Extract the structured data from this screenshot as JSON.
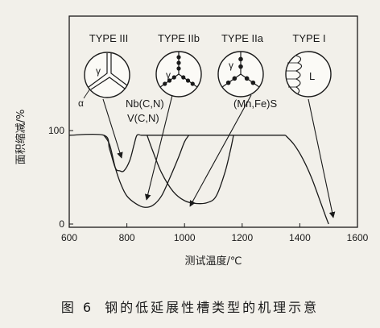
{
  "figure": {
    "caption_label": "图 6",
    "caption_text": "钢的低延展性槽类型的机理示意"
  },
  "chart_data": {
    "type": "line",
    "xlabel": "测试温度/℃",
    "ylabel": "面积缩减/%",
    "xlim": [
      600,
      1600
    ],
    "ylim": [
      0,
      100
    ],
    "x_ticks": [
      "600",
      "800",
      "1000",
      "1200",
      "1400",
      "1600"
    ],
    "y_ticks": [
      "0",
      "100"
    ],
    "grid": false,
    "series": [
      {
        "name": "TYPE III",
        "x": [
          600,
          720,
          740,
          760,
          775,
          790,
          810,
          825,
          835,
          850,
          875,
          950,
          1200,
          1320,
          1350
        ],
        "y": [
          95,
          95,
          80,
          60,
          57,
          57,
          68,
          85,
          95,
          95,
          95,
          95,
          95,
          95,
          95
        ]
      },
      {
        "name": "TYPE IIb",
        "x": [
          720,
          740,
          760,
          780,
          800,
          830,
          860,
          890,
          920,
          950,
          980,
          1000,
          1015
        ],
        "y": [
          95,
          85,
          60,
          42,
          30,
          22,
          18,
          20,
          30,
          50,
          72,
          88,
          95
        ]
      },
      {
        "name": "TYPE IIa",
        "x": [
          870,
          890,
          920,
          960,
          1000,
          1040,
          1080,
          1110,
          1140,
          1160,
          1170
        ],
        "y": [
          95,
          78,
          55,
          35,
          25,
          22,
          23,
          30,
          55,
          80,
          95
        ]
      },
      {
        "name": "TYPE I",
        "x": [
          1350,
          1380,
          1410,
          1440,
          1470,
          1490,
          1500
        ],
        "y": [
          95,
          85,
          70,
          50,
          25,
          8,
          0
        ]
      }
    ],
    "annotations": {
      "type_labels": [
        "TYPE III",
        "TYPE IIb",
        "TYPE IIa",
        "TYPE I"
      ],
      "gamma": "γ",
      "alpha": "α",
      "liquid": "L",
      "precipitates": [
        "Nb(C,N)",
        "V(C,N)",
        "(Mn,Fe)S"
      ]
    }
  }
}
